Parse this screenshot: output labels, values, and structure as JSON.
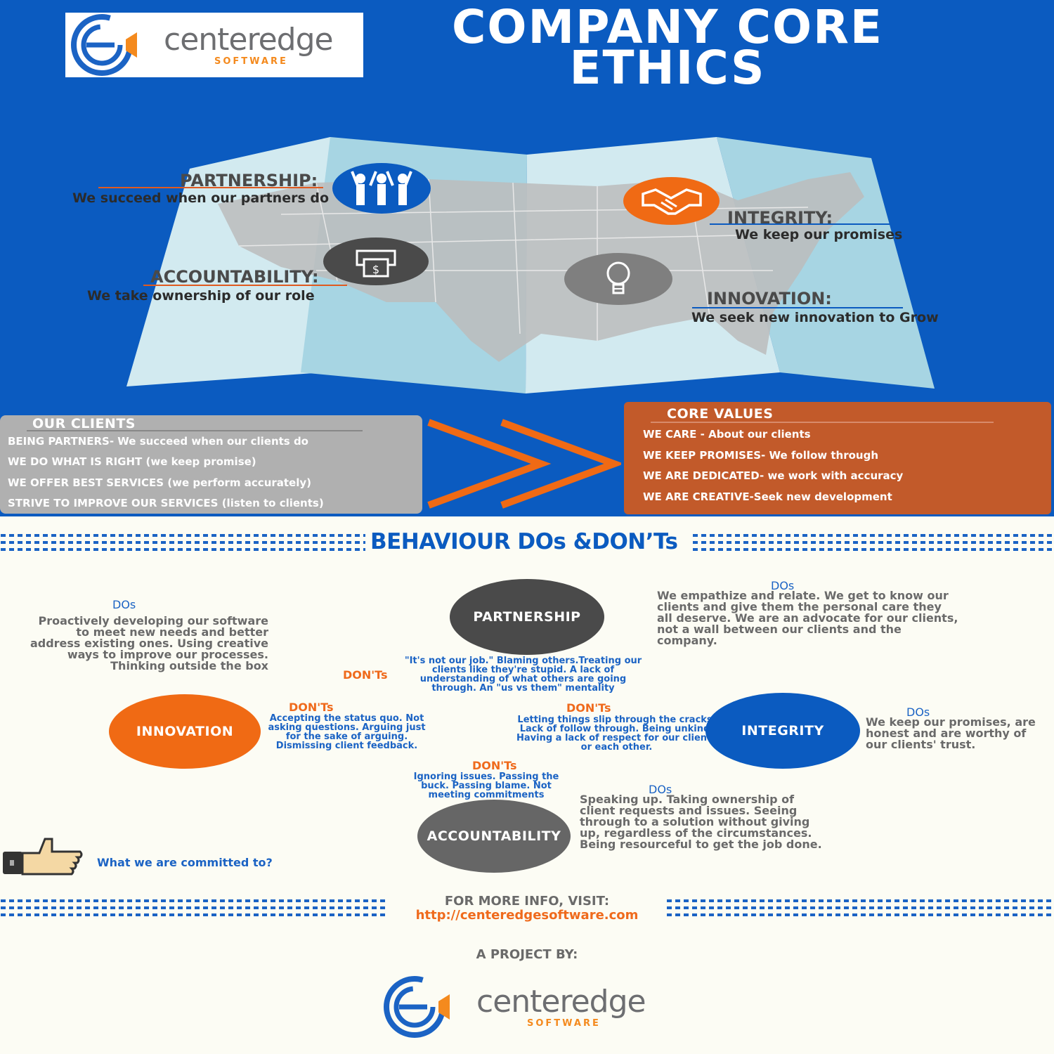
{
  "brand": {
    "word": "centeredge",
    "sub": "SOFTWARE",
    "colors": {
      "blue": "#0b5bc0",
      "orange": "#f48a1e",
      "grey": "#6d6e71"
    }
  },
  "header": {
    "title_line1": "COMPANY CORE",
    "title_line2": "ETHICS"
  },
  "map_values": {
    "partnership": {
      "title": "PARTNERSHIP:",
      "sub": "We succeed when our partners do"
    },
    "integrity": {
      "title": "INTEGRITY:",
      "sub": "We keep our promises"
    },
    "accountability": {
      "title": "ACCOUNTABILITY:",
      "sub": "We take ownership of our role"
    },
    "innovation": {
      "title": "INNOVATION:",
      "sub": "We seek new innovation to Grow"
    }
  },
  "clients": {
    "heading": "OUR CLIENTS",
    "items": [
      "BEING PARTNERS- We succeed when our clients do",
      "WE DO WHAT IS RIGHT (we keep promise)",
      "WE OFFER BEST SERVICES (we perform accurately)",
      "STRIVE TO IMPROVE OUR SERVICES (listen to clients)"
    ]
  },
  "core_values": {
    "heading": "CORE VALUES",
    "items": [
      "WE CARE - About our clients",
      "WE KEEP PROMISES- We follow through",
      "WE ARE DEDICATED- we work with accuracy",
      "WE ARE CREATIVE-Seek new development"
    ]
  },
  "behaviour": {
    "title": "BEHAVIOUR DOs &DON’Ts",
    "do_label": "DOs",
    "dont_label": "DON'Ts",
    "partnership": {
      "name": "PARTNERSHIP",
      "do": "We empathize and relate. We get to know our clients and give them the personal care they all deserve. We are an advocate for our clients, not a wall between our clients and the company.",
      "dont": "\"It's not our job.\" Blaming others.Treating our clients like they're stupid. A lack of understanding of what others are going through. An \"us vs them\" mentality"
    },
    "innovation": {
      "name": "INNOVATION",
      "do": "Proactively developing our software to meet new needs and better address existing ones. Using creative ways to improve our processes. Thinking outside the box",
      "dont": "Accepting the status quo. Not asking questions. Arguing just for the sake of arguing. Dismissing client feedback."
    },
    "integrity": {
      "name": "INTEGRITY",
      "do": "We keep our promises, are honest and are worthy of our clients' trust.",
      "dont": "Letting things slip through the cracks. Lack of follow through. Being unkind. Having a lack of respect for our clients or each other."
    },
    "accountability": {
      "name": "ACCOUNTABILITY",
      "do": "Speaking up. Taking ownership of client requests and issues. Seeing through to a solution without giving up, regardless of the circumstances. Being resourceful to get the job done.",
      "dont": "Ignoring issues. Passing the buck. Passing blame.   Not meeting commitments"
    },
    "committed": "What we are committed to?"
  },
  "footer": {
    "more_info": "FOR MORE INFO, VISIT:",
    "url": "http://centeredgesoftware.com",
    "project_by": "A PROJECT BY:"
  }
}
